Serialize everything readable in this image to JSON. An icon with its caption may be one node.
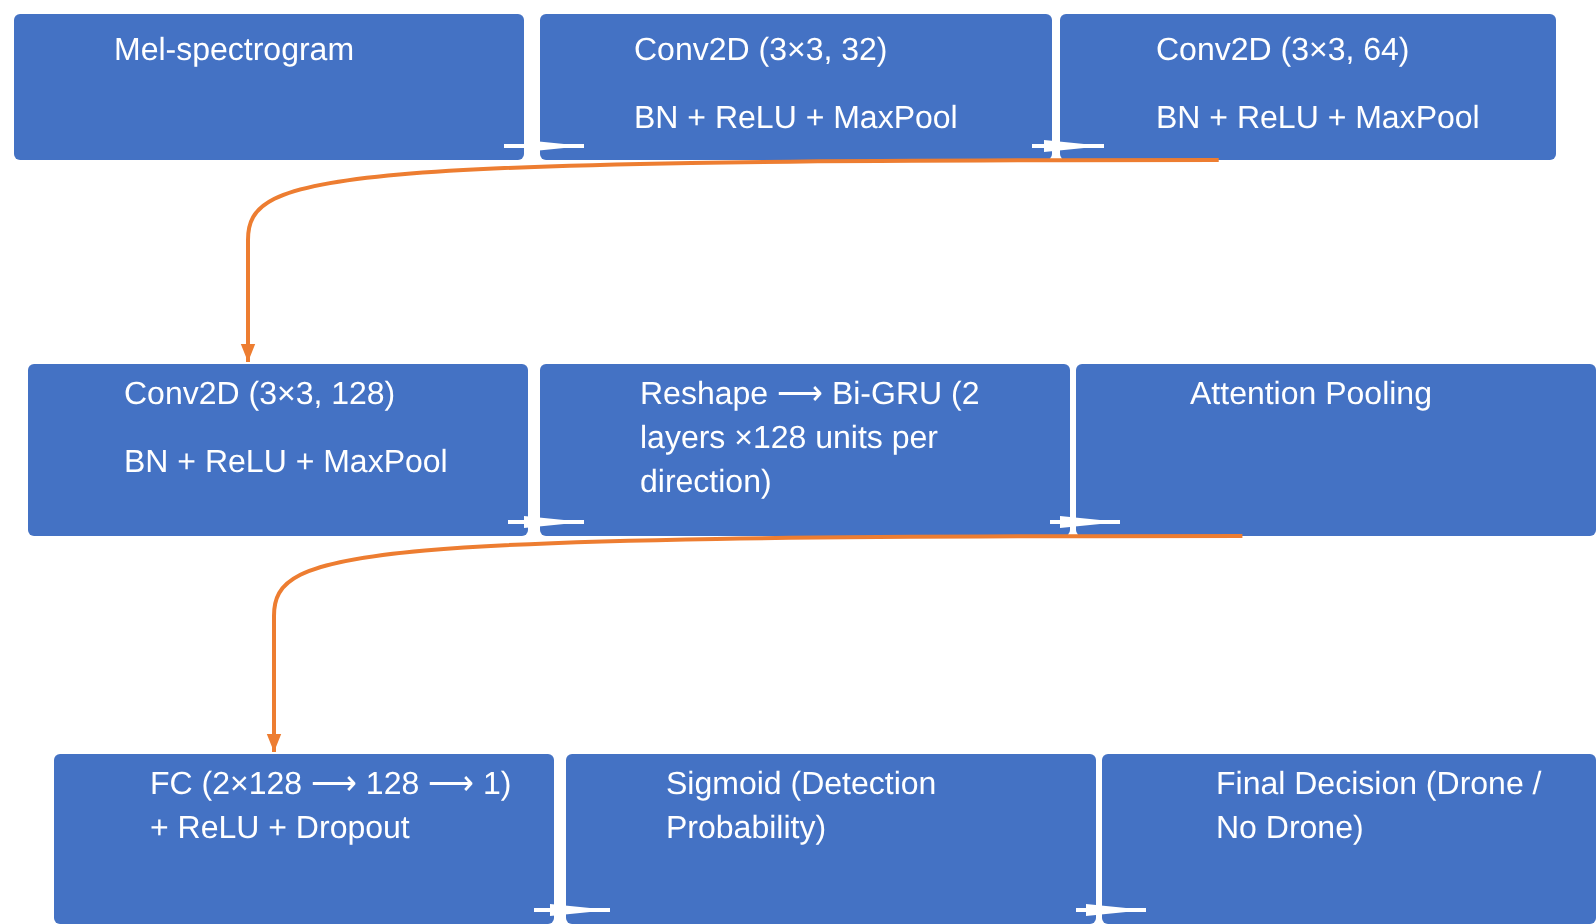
{
  "diagram": {
    "nodes": [
      {
        "text": [
          "Mel-spectrogram"
        ]
      },
      {
        "text": [
          "Conv2D (3×3, 32)",
          "BN + ReLU + MaxPool"
        ]
      },
      {
        "text": [
          "Conv2D (3×3, 64)",
          "BN + ReLU + MaxPool"
        ]
      },
      {
        "text": [
          "Conv2D (3×3, 128)",
          "BN + ReLU + MaxPool"
        ]
      },
      {
        "text": [
          "Reshape ⟶ Bi-GRU (2 layers ×128 units per direction)"
        ]
      },
      {
        "text": [
          "Attention Pooling"
        ]
      },
      {
        "text": [
          "FC (2×128 ⟶ 128 ⟶ 1) + ReLU + Dropout"
        ]
      },
      {
        "text": [
          "Sigmoid (Detection Probability)"
        ]
      },
      {
        "text": [
          "Final Decision (Drone / No Drone)"
        ]
      }
    ],
    "edges": [
      {
        "from": 0,
        "to": 1,
        "arrow": "to"
      },
      {
        "from": 1,
        "to": 2,
        "arrow": "to"
      },
      {
        "from": 2,
        "to": 3,
        "arrow": "to",
        "color": "#ed7d31"
      },
      {
        "from": 3,
        "to": 4,
        "arrow": "to"
      },
      {
        "from": 4,
        "to": 5,
        "arrow": "to"
      },
      {
        "from": 5,
        "to": 6,
        "arrow": "to",
        "color": "#ed7d31"
      },
      {
        "from": 6,
        "to": 7,
        "arrow": "to"
      },
      {
        "from": 7,
        "to": 8,
        "arrow": "to"
      }
    ]
  }
}
